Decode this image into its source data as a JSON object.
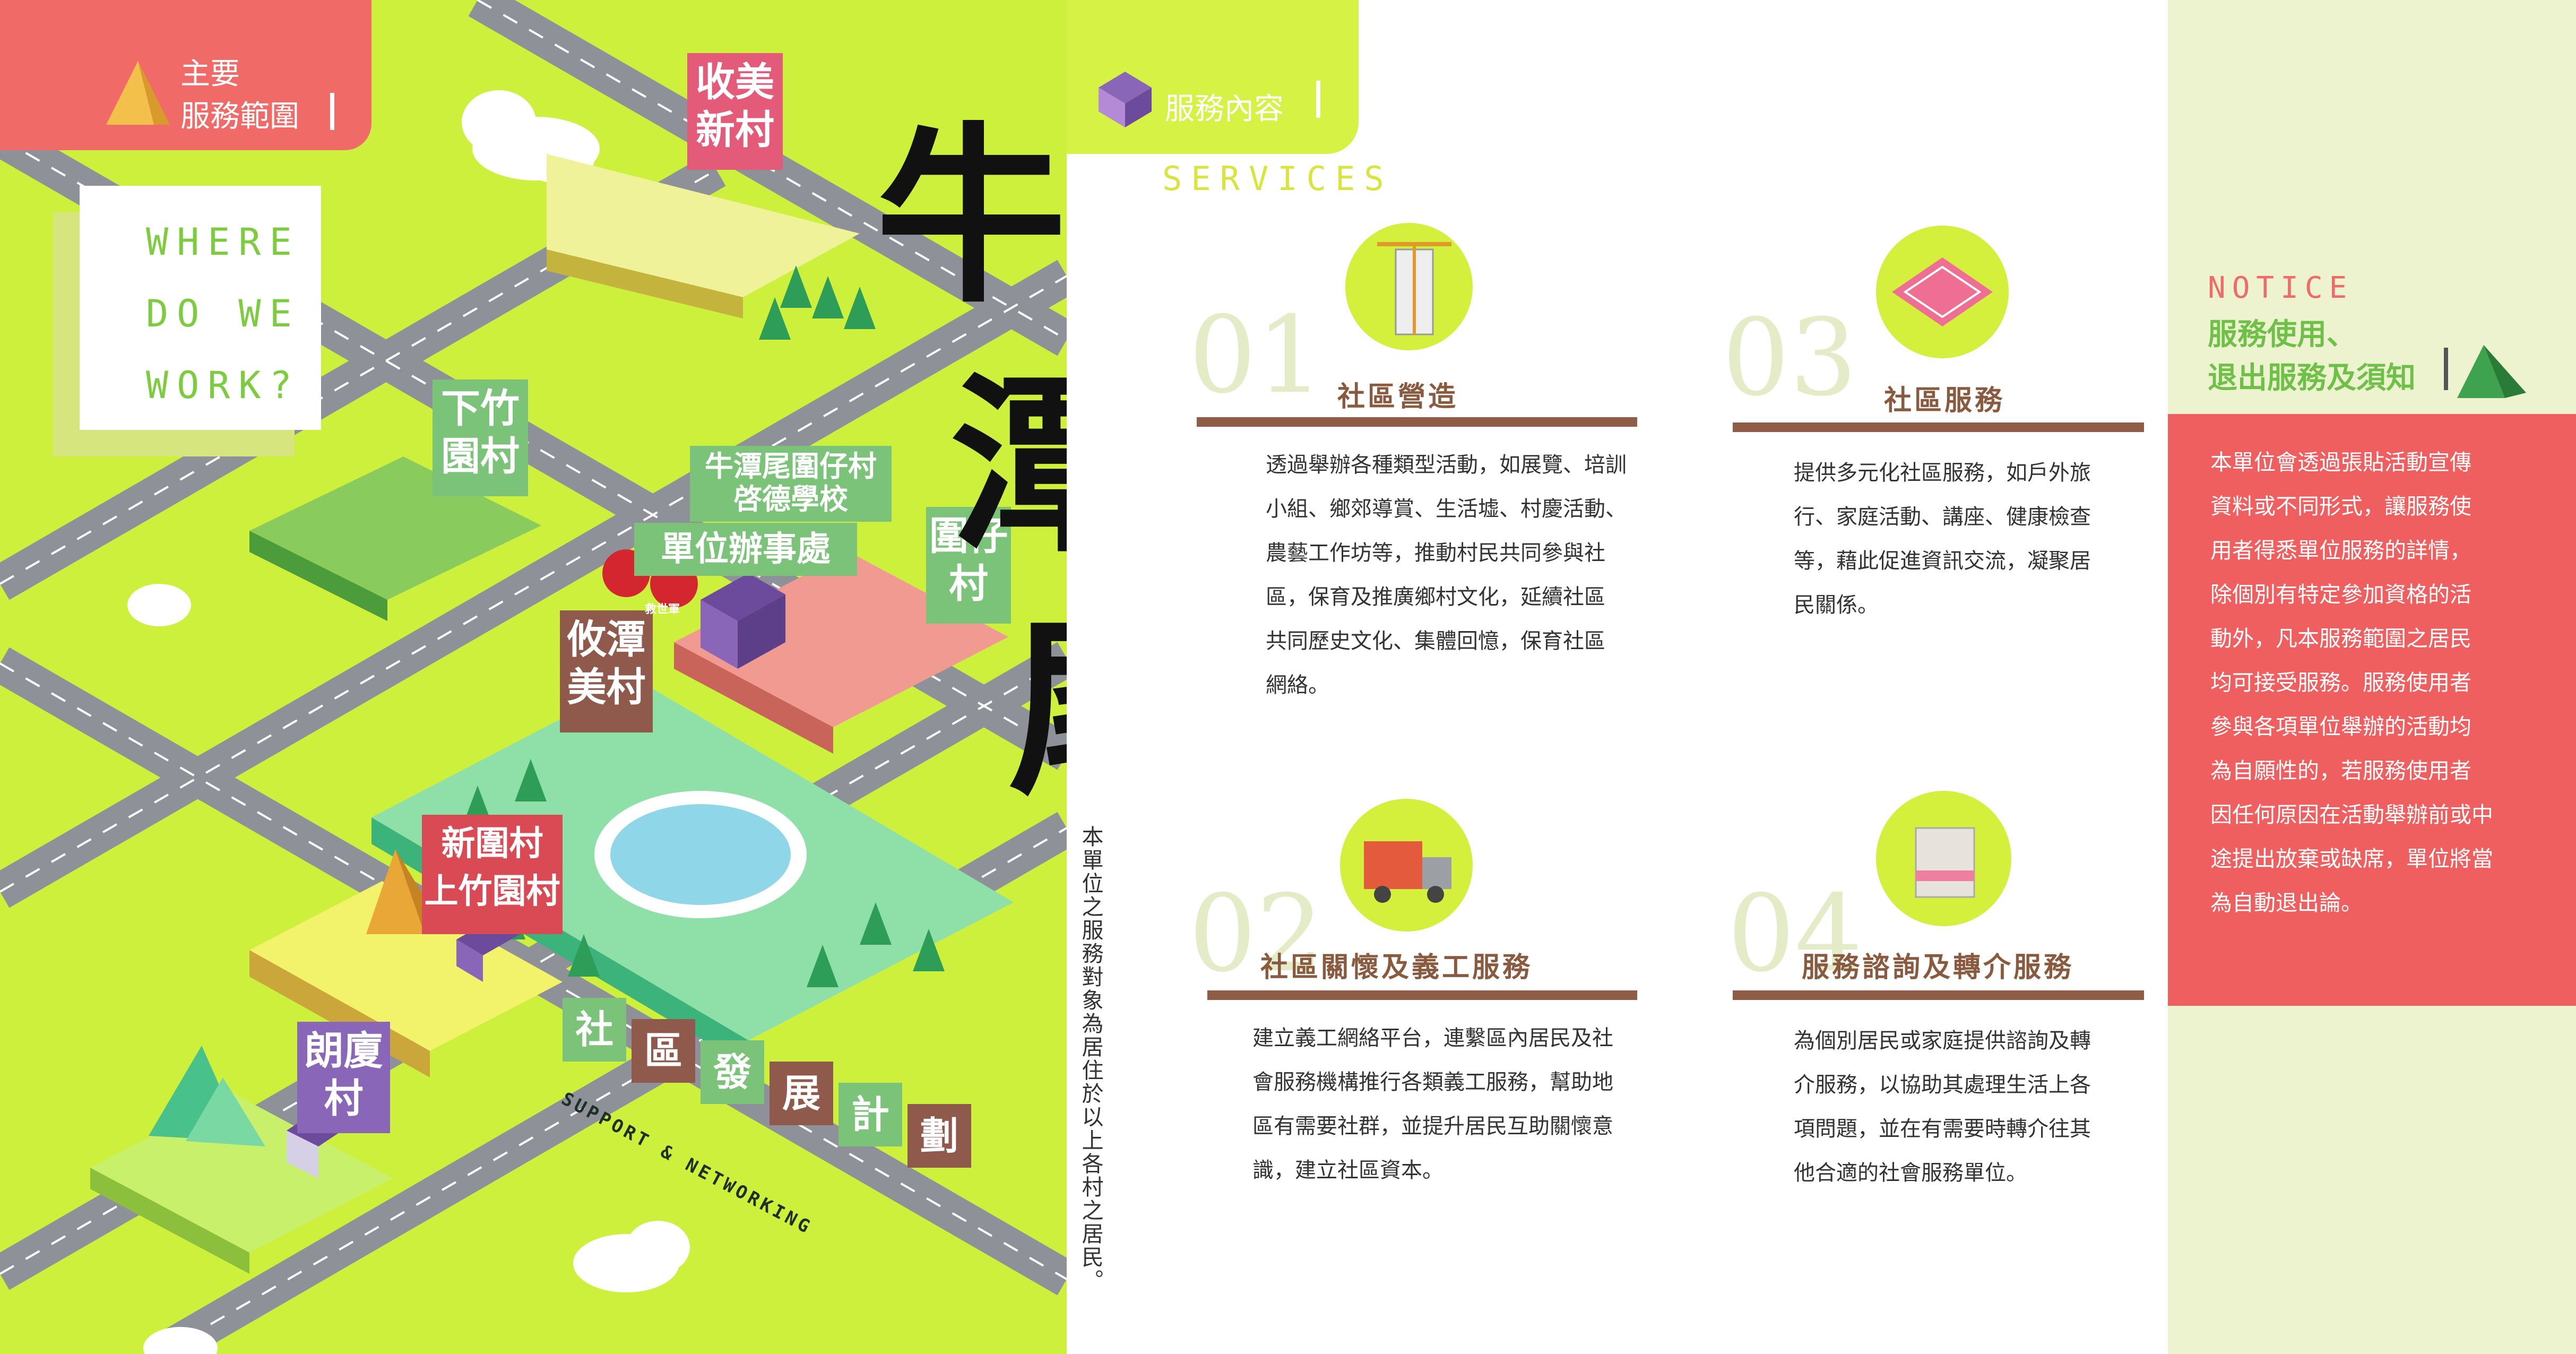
{
  "header": {
    "service_area_label_line1": "主要",
    "service_area_label_line2": "服務範圍",
    "where_line1": "WHERE",
    "where_line2": "DO WE",
    "where_line3": "WORK?",
    "services_label": "服務內容",
    "services_en": "SERVICES"
  },
  "title_glyphs": [
    "牛",
    "潭",
    "尾"
  ],
  "villages": {
    "v1": [
      "收美",
      "新村"
    ],
    "v2": [
      "下竹",
      "園村"
    ],
    "v3": [
      "圍仔",
      "村"
    ],
    "v4": [
      "攸潭",
      "美村"
    ],
    "v5": [
      "新圍村",
      "上竹園村"
    ],
    "v6": [
      "朗廈",
      "村"
    ],
    "office_line1": "牛潭尾圍仔村",
    "office_line2": "啓德學校",
    "office_line3": "單位辦事處",
    "badge_text": "救世軍"
  },
  "program": {
    "chars": [
      "社",
      "區",
      "發",
      "展",
      "計",
      "劃"
    ],
    "en": "SUPPORT & NETWORKING"
  },
  "scope_note": "本單位之服務對象為居住於以上各村之居民。",
  "services": [
    {
      "number": "01",
      "title": "社區營造",
      "lines": [
        "透過舉辦各種類型活動，如展覽、培訓",
        "小組、鄉郊導賞、生活墟、村慶活動、",
        "農藝工作坊等，推動村民共同參與社",
        "區，保育及推廣鄉村文化，延續社區",
        "共同歷史文化、集體回憶，保育社區",
        "網絡。"
      ]
    },
    {
      "number": "02",
      "title": "社區關懷及義工服務",
      "lines": [
        "建立義工網絡平台，連繫區內居民及社",
        "會服務機構推行各類義工服務，幫助地",
        "區有需要社群，並提升居民互助關懷意",
        "識，建立社區資本。"
      ]
    },
    {
      "number": "03",
      "title": "社區服務",
      "lines": [
        "提供多元化社區服務，如戶外旅",
        "行、家庭活動、講座、健康檢查",
        "等，藉此促進資訊交流，凝聚居",
        "民關係。"
      ]
    },
    {
      "number": "04",
      "title": "服務諮詢及轉介服務",
      "lines": [
        "為個別居民或家庭提供諮詢及轉",
        "介服務，以協助其處理生活上各",
        "項問題，並在有需要時轉介往其",
        "他合適的社會服務單位。"
      ]
    }
  ],
  "notice": {
    "en": "NOTICE",
    "title_line1": "服務使用、",
    "title_line2": "退出服務及須知",
    "lines": [
      "本單位會透過張貼活動宣傳",
      "資料或不同形式，讓服務使",
      "用者得悉單位服務的詳情，",
      "除個別有特定參加資格的活",
      "動外，凡本服務範圍之居民",
      "均可接受服務。服務使用者",
      "參與各項單位舉辦的活動均",
      "為自願性的，若服務使用者",
      "因任何原因在活動舉辦前或中",
      "途提出放棄或缺席，單位將當",
      "為自動退出論。"
    ]
  },
  "colors": {
    "lime": "#ccf03c",
    "coral": "#f06a68",
    "brown": "#8f5d45",
    "green_sign": "#7cc37a",
    "pink_sign": "#e45b79"
  }
}
